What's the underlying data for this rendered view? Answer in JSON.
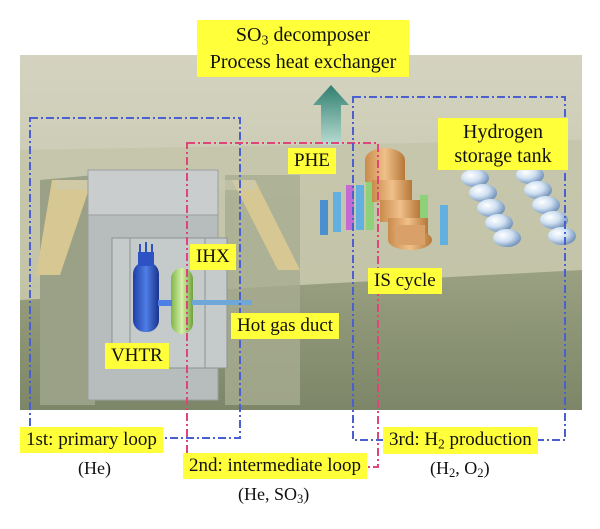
{
  "labels": {
    "decomposer_line1_pre": "SO",
    "decomposer_line1_sub": "3",
    "decomposer_line1_post": " decomposer",
    "decomposer_line2": "Process heat exchanger",
    "hydrogen_line1": "Hydrogen",
    "hydrogen_line2": "storage tank",
    "phe": "PHE",
    "ihx": "IHX",
    "is_cycle": "IS cycle",
    "hot_gas_duct": "Hot gas duct",
    "vhtr": "VHTR",
    "primary_loop": "1st: primary loop",
    "intermediate_loop": "2nd: intermediate loop",
    "production_pre": "3rd: H",
    "production_sub": "2",
    "production_post": " production"
  },
  "captions": {
    "primary_gas": "(He)",
    "intermediate_pre": "(He, SO",
    "intermediate_sub": "3",
    "intermediate_post": ")",
    "production_a": "(H",
    "production_a_sub": "2",
    "production_mid": ", O",
    "production_b_sub": "2",
    "production_post": ")"
  },
  "colors": {
    "primary_loop": "#4a5fd0",
    "intermediate_loop": "#e0457a",
    "production_loop": "#4a5fd0",
    "label_bg": "#ffff3a",
    "ground": "#b9bb9a",
    "pit": "#8e9576"
  }
}
